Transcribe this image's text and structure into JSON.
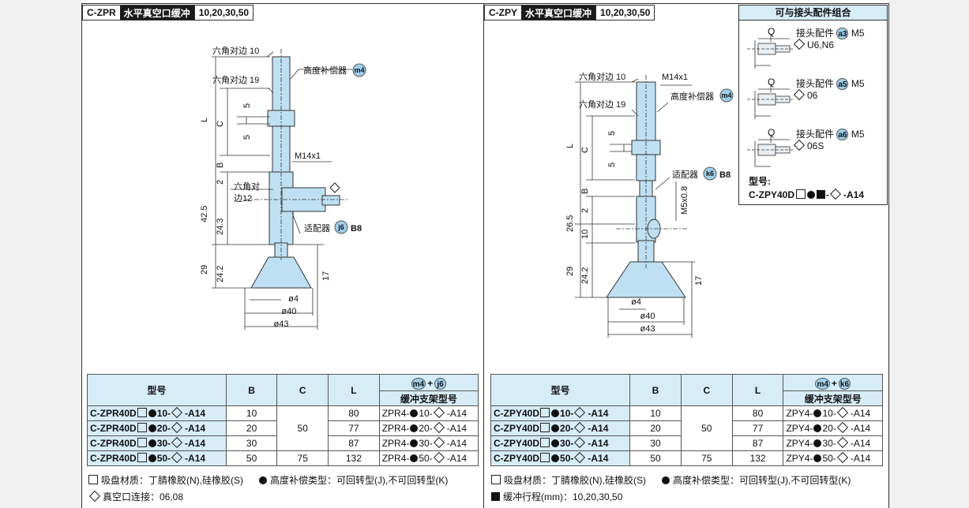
{
  "left": {
    "code": "C-ZPR",
    "title": "水平真空口缓冲",
    "strokes": "10,20,30,50",
    "drawing": {
      "hex10": "六角对边 10",
      "hex19": "六角对边 19",
      "comp": "高度补偿器",
      "comp_tag": "m4",
      "m14": "M14x1",
      "hex12_a": "六角对",
      "hex12_b": "边12",
      "adapter": "适配器",
      "adapter_tag": "j6",
      "b8": "B8",
      "L": "L",
      "C": "C",
      "B": "B",
      "d5a": "5",
      "d5b": "5",
      "d2": "2",
      "d425": "42.5",
      "d243": "24.3",
      "d29": "29",
      "d242": "24.2",
      "d17": "17",
      "p4": "ø4",
      "p40": "ø40",
      "p43": "ø43"
    },
    "table": {
      "h_model": "型号",
      "h_b": "B",
      "h_c": "C",
      "h_l": "L",
      "h_tag1": "m4",
      "h_plus": "+",
      "h_tag2": "j6",
      "h_bracket": "缓冲支架型号",
      "rows": [
        {
          "pre": "C-ZPR40D",
          "st": "10",
          "post": "-A14",
          "b": "10",
          "l": "80",
          "br_pre": "ZPR4-",
          "br_post": "-A14"
        },
        {
          "pre": "C-ZPR40D",
          "st": "20",
          "post": "-A14",
          "b": "20",
          "l": "77",
          "br_pre": "ZPR4-",
          "br_post": "-A14"
        },
        {
          "pre": "C-ZPR40D",
          "st": "30",
          "post": "-A14",
          "b": "30",
          "l": "87",
          "br_pre": "ZPR4-",
          "br_post": "-A14"
        },
        {
          "pre": "C-ZPR40D",
          "st": "50",
          "post": "-A14",
          "b": "50",
          "l": "132",
          "br_pre": "ZPR4-",
          "br_post": "-A14"
        }
      ],
      "c_merged": "50",
      "c_last": "75"
    },
    "notes": {
      "n1": "吸盘材质：丁腈橡胶(N),硅橡胶(S)",
      "n2": "高度补偿类型：可回转型(J),不可回转型(K)",
      "n3": "真空口连接：06,08"
    }
  },
  "right": {
    "code": "C-ZPY",
    "title": "水平真空口缓冲",
    "strokes": "10,20,30,50",
    "drawing": {
      "hex10": "六角对边 10",
      "hex19": "六角对边 19",
      "m14": "M14x1",
      "comp": "高度补偿器",
      "comp_tag": "m4",
      "adapter": "适配器",
      "adapter_tag": "k6",
      "b8": "B8",
      "m5": "M5x0.8",
      "L": "L",
      "C": "C",
      "B": "B",
      "d5a": "5",
      "d5b": "5",
      "d2": "2",
      "d10": "10",
      "d265": "26.5",
      "d29": "29",
      "d242": "24.2",
      "d17": "17",
      "p4": "ø4",
      "p40": "ø40",
      "p43": "ø43"
    },
    "table": {
      "h_model": "型号",
      "h_b": "B",
      "h_c": "C",
      "h_l": "L",
      "h_tag1": "m4",
      "h_plus": "+",
      "h_tag2": "k6",
      "h_bracket": "缓冲支架型号",
      "rows": [
        {
          "pre": "C-ZPY40D",
          "st": "10",
          "post": "-A14",
          "b": "10",
          "l": "80",
          "br_pre": "ZPY4-",
          "br_post": "-A14"
        },
        {
          "pre": "C-ZPY40D",
          "st": "20",
          "post": "-A14",
          "b": "20",
          "l": "77",
          "br_pre": "ZPY4-",
          "br_post": "-A14"
        },
        {
          "pre": "C-ZPY40D",
          "st": "30",
          "post": "-A14",
          "b": "30",
          "l": "87",
          "br_pre": "ZPY4-",
          "br_post": "-A14"
        },
        {
          "pre": "C-ZPY40D",
          "st": "50",
          "post": "-A14",
          "b": "50",
          "l": "132",
          "br_pre": "ZPY4-",
          "br_post": "-A14"
        }
      ],
      "c_merged": "50",
      "c_last": "75"
    },
    "notes": {
      "n1": "吸盘材质：丁腈橡胶(N),硅橡胶(S)",
      "n2": "高度补偿类型：可回转型(J),不可回转型(K)",
      "n3": "缓冲行程(mm)：10,20,30,50"
    }
  },
  "fittings": {
    "title": "可与接头配件组合",
    "items": [
      {
        "q": "Q",
        "label": "接头配件",
        "tag": "a3",
        "thread": "M5",
        "sub": "U6,N6"
      },
      {
        "q": "Q",
        "label": "接头配件",
        "tag": "a5",
        "thread": "M5",
        "sub": "06"
      },
      {
        "q": "Q",
        "label": "接头配件",
        "tag": "a6",
        "thread": "M5",
        "sub": "06S"
      }
    ],
    "model_label": "型号:",
    "model_code": "C-ZPY40D",
    "model_suffix": "-A14"
  },
  "colors": {
    "accent_blue": "#d6ecf7",
    "part_blue": "#bfe0f2",
    "tag_blue": "#9fd0ec"
  }
}
